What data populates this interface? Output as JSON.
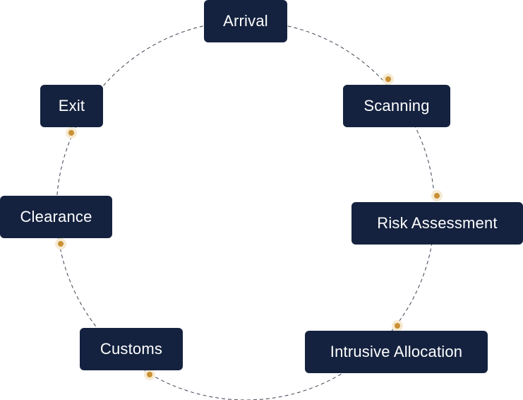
{
  "diagram": {
    "stages": [
      {
        "label": "Arrival"
      },
      {
        "label": "Scanning"
      },
      {
        "label": "Risk Assessment"
      },
      {
        "label": "Intrusive Allocation"
      },
      {
        "label": "Customs"
      },
      {
        "label": "Clearance"
      },
      {
        "label": "Exit"
      }
    ],
    "colors": {
      "node_fill": "#14223f",
      "node_text": "#ffffff",
      "ring_stroke": "#3b4352",
      "dot_fill": "#c99034",
      "dot_halo": "#f6ead3"
    }
  }
}
